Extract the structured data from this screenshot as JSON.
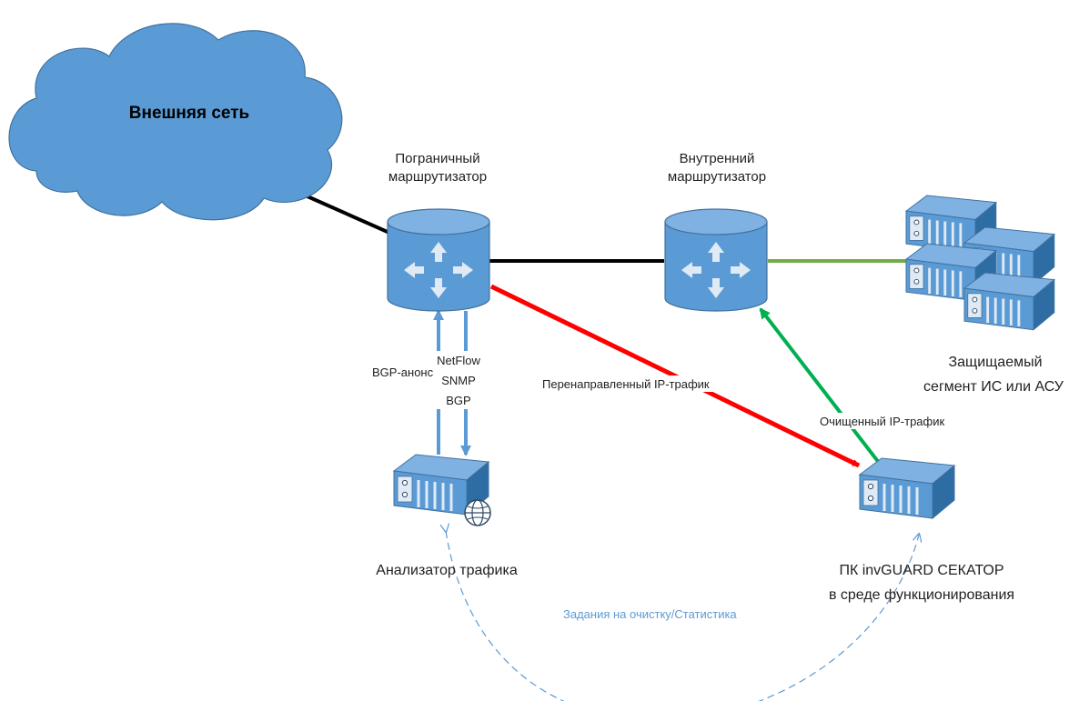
{
  "cloud": {
    "label": "Внешняя сеть"
  },
  "border_router": {
    "label_line1": "Пограничный",
    "label_line2": "маршрутизатор"
  },
  "internal_router": {
    "label_line1": "Внутренний",
    "label_line2": "маршрутизатор"
  },
  "protected_segment": {
    "label_line1": "Защищаемый",
    "label_line2": "сегмент ИС или АСУ"
  },
  "analyzer": {
    "label": "Анализатор трафика"
  },
  "sekator": {
    "label_line1": "ПК invGUARD СЕКАТОР",
    "label_line2": "в среде функционирования"
  },
  "links": {
    "bgp_announce": "BGP-анонс",
    "netflow": "NetFlow",
    "snmp": "SNMP",
    "bgp": "BGP",
    "redirected": "Перенаправленный IP-трафик",
    "cleaned": "Очищенный IP-трафик",
    "tasks": "Задания на очистку/Статистика"
  },
  "colors": {
    "device_blue": "#5b9bd5",
    "device_dark": "#41719c",
    "link_black": "#000000",
    "link_green": "#70ad47",
    "link_red": "#ff0000",
    "link_bright_green": "#00b050",
    "link_light_blue": "#5b9bd5"
  }
}
